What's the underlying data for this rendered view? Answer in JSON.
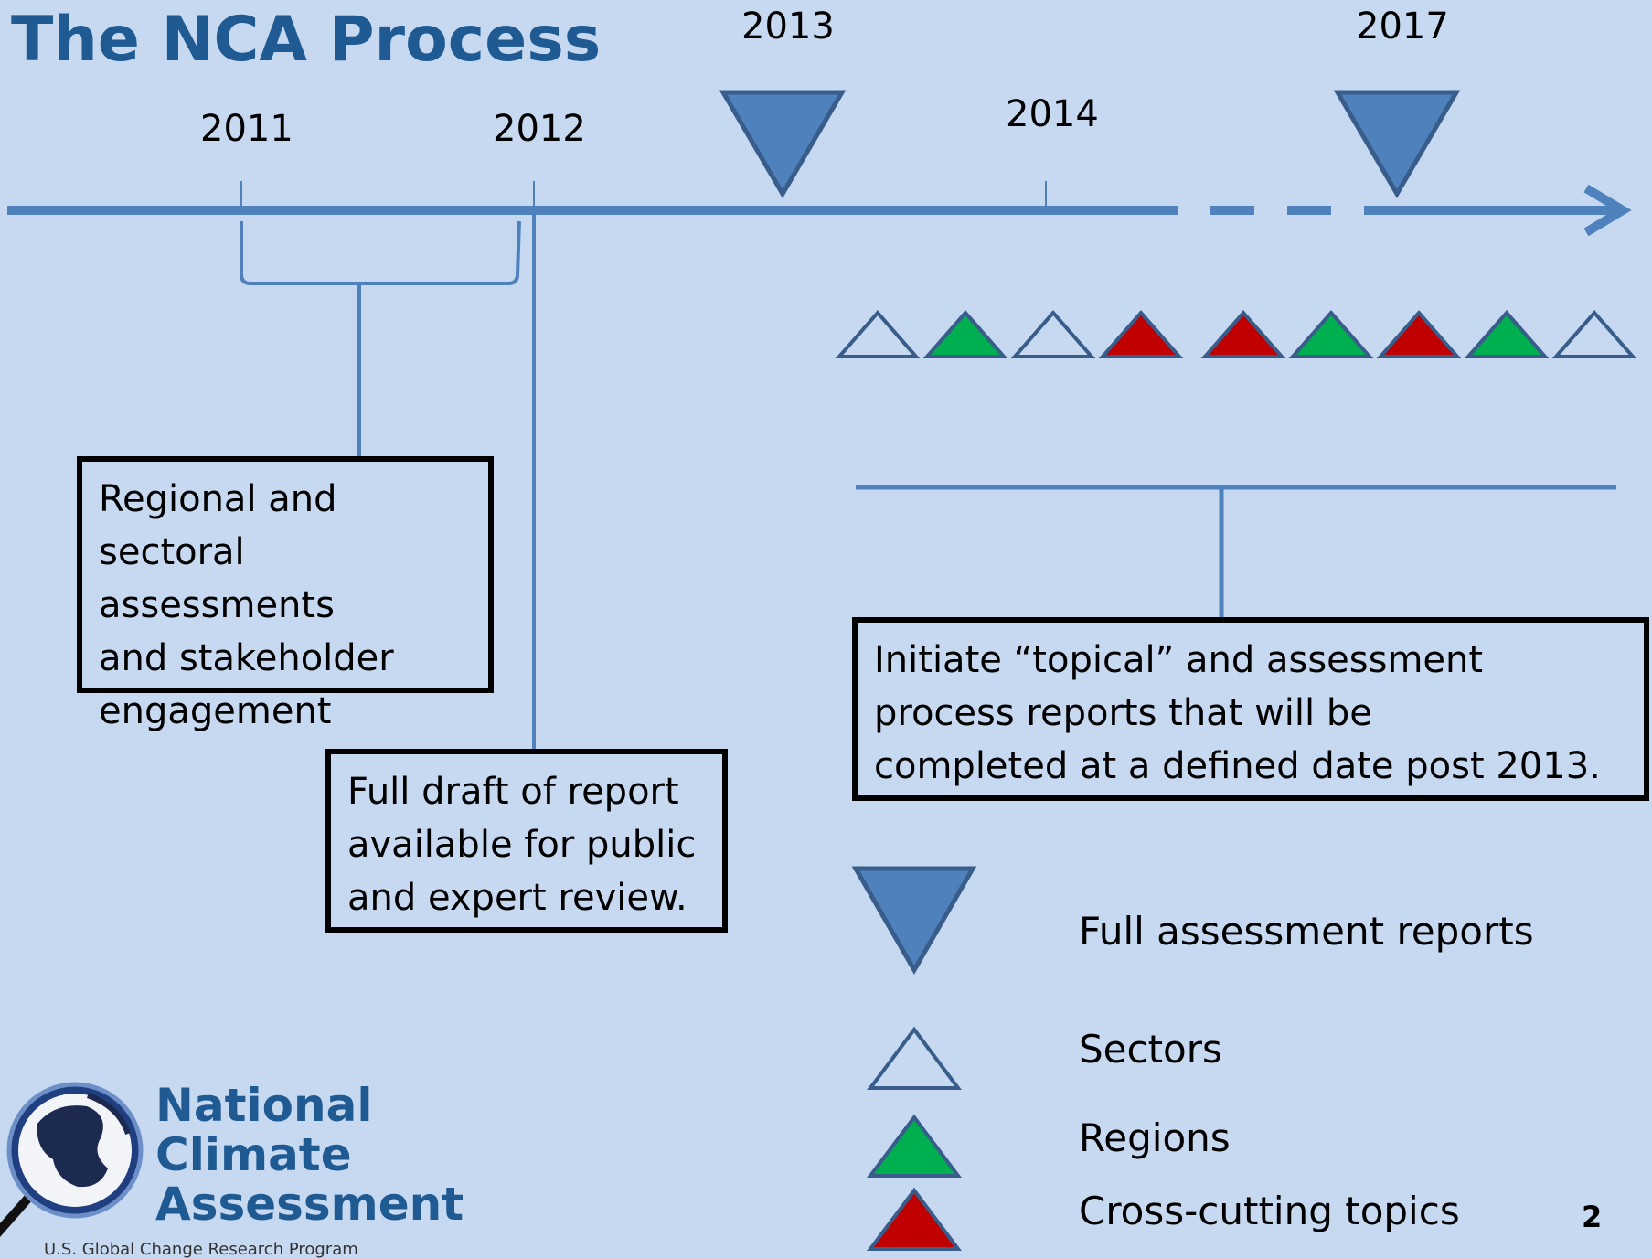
{
  "slide": {
    "title": "The NCA Process",
    "page_number": "2"
  },
  "timeline": {
    "years": [
      "2011",
      "2012",
      "2013",
      "2014",
      "2017"
    ],
    "report_years": [
      "2013",
      "2017"
    ]
  },
  "topic_triangles": [
    "Sectors",
    "Regions",
    "Sectors",
    "Cross-cutting topics",
    "Cross-cutting topics",
    "Regions",
    "Cross-cutting topics",
    "Regions",
    "Sectors"
  ],
  "boxes": {
    "regional": [
      "Regional and",
      "sectoral assessments",
      "and stakeholder",
      "engagement"
    ],
    "draft": [
      "Full draft of report",
      "available for public",
      "and expert review."
    ],
    "topical": [
      "Initiate “topical” and assessment",
      "process reports that will be",
      "completed at a defined date post 2013."
    ]
  },
  "legend": {
    "full_reports": "Full assessment reports",
    "sectors": "Sectors",
    "regions": "Regions",
    "cross_cutting": "Cross-cutting topics"
  },
  "logo": {
    "line1": "National",
    "line2": "Climate",
    "line3": "Assessment",
    "subtitle": "U.S. Global Change Research Program"
  },
  "colors": {
    "background": "#c6d9f1",
    "line_blue": "#4f81bd",
    "title_blue": "#1f5a93",
    "sector_fill": "#c6d9f1",
    "region_fill": "#00b050",
    "crosscut_fill": "#c00000"
  }
}
